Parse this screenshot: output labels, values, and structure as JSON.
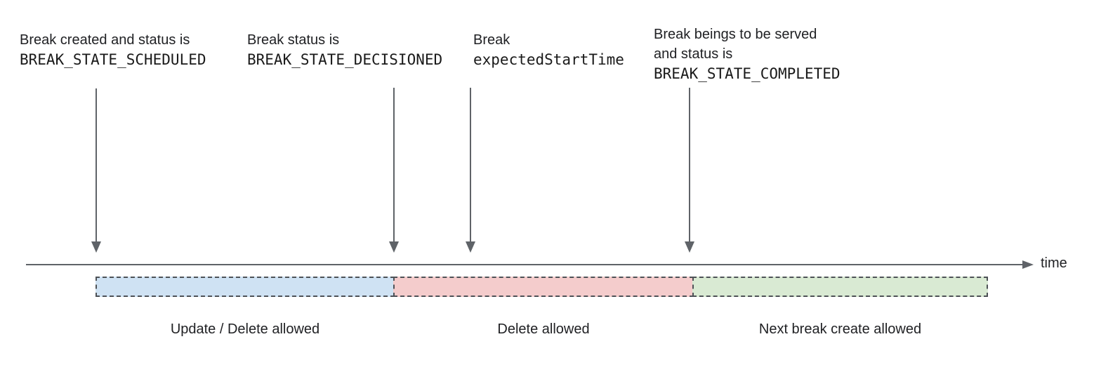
{
  "diagram": {
    "annotations": [
      {
        "line1": "Break created and status is",
        "code": "BREAK_STATE_SCHEDULED"
      },
      {
        "line1": "Break status is",
        "code": "BREAK_STATE_DECISIONED"
      },
      {
        "line1": "Break",
        "code": "expectedStartTime"
      },
      {
        "line1": "Break beings to be served",
        "line2": "and status is",
        "code": "BREAK_STATE_COMPLETED"
      }
    ],
    "timeline": {
      "axis_label": "time",
      "line_color": "#5f6368"
    },
    "segments": [
      {
        "label": "Update / Delete allowed",
        "fill": "#cfe2f3"
      },
      {
        "label": "Delete allowed",
        "fill": "#f4cccc"
      },
      {
        "label": "Next break create allowed",
        "fill": "#d9ead3"
      }
    ],
    "segment_border_color": "#4d5156"
  }
}
